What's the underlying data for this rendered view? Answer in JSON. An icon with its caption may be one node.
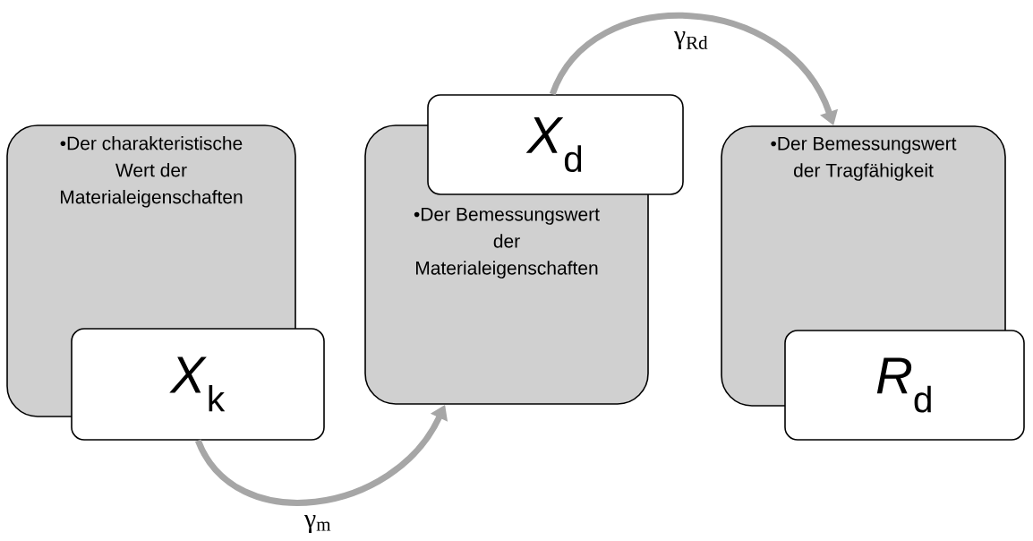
{
  "diagram": {
    "nodes": [
      {
        "text": [
          "•Der charakteristische Wert der Materialeigenschaften"
        ]
      },
      {
        "text": [
          "*X*$_{k}$"
        ]
      },
      {
        "text": [
          "•Der Bemessungswert der Materialeigenschaften"
        ]
      },
      {
        "text": [
          "*X*$_{d}$"
        ]
      },
      {
        "text": [
          "•Der Bemessungswert der Tragfähigkeit"
        ]
      },
      {
        "text": [
          "*R*$_{d}$"
        ]
      }
    ],
    "edges": [
      {
        "from": 1,
        "to": 2,
        "arrow": "to",
        "label": "γ$_{m}$"
      },
      {
        "from": 3,
        "to": 4,
        "arrow": "to",
        "label": "γ$_{Rd}$"
      }
    ]
  }
}
